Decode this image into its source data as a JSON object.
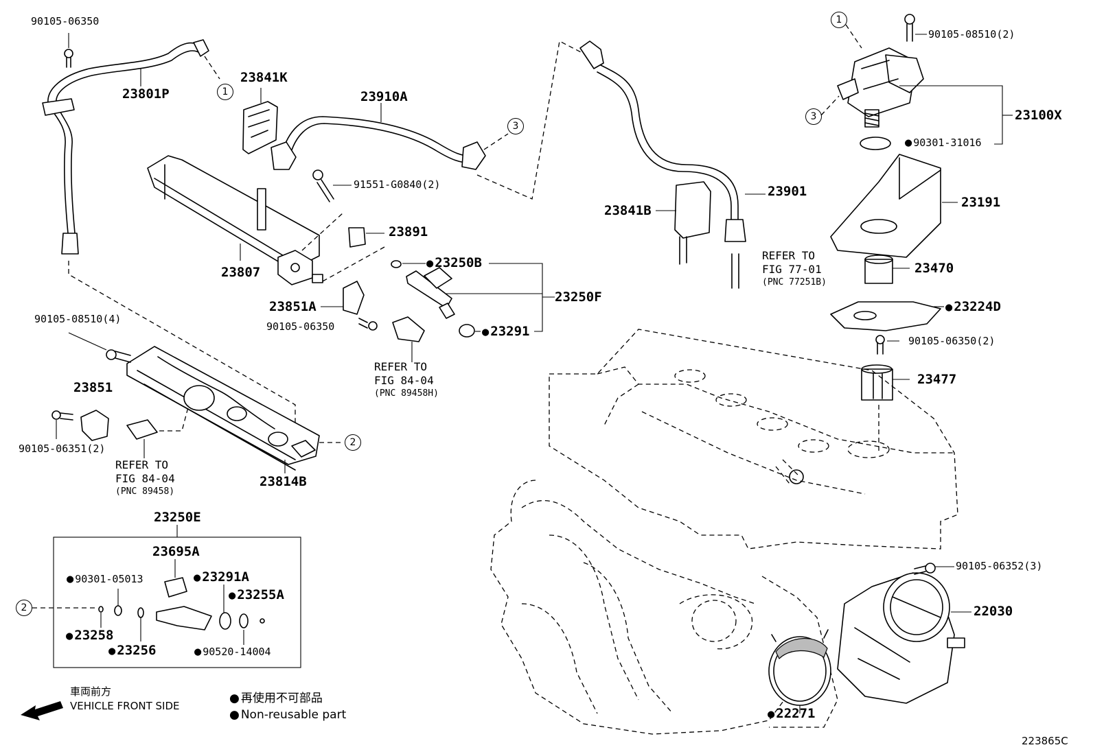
{
  "labels": {
    "p90105_06350_a": "90105-06350",
    "p23801P": "23801P",
    "p23841K": "23841K",
    "p23910A": "23910A",
    "p91551": "91551-G0840(2)",
    "p23891": "23891",
    "p23807": "23807",
    "p23250B": "23250B",
    "p23250F": "23250F",
    "p23851A": "23851A",
    "p90105_06350_b": "90105-06350",
    "p23291": "23291",
    "p23841B": "23841B",
    "p23901": "23901",
    "p90105_08510_2": "90105-08510(2)",
    "p23100X": "23100X",
    "p90301_31016": "90301-31016",
    "p23191": "23191",
    "p23470": "23470",
    "p23224D": "23224D",
    "p90105_06350_2": "90105-06350(2)",
    "p23477": "23477",
    "p90105_08510_4": "90105-08510(4)",
    "p23851": "23851",
    "p90105_06351_2": "90105-06351(2)",
    "p23814B": "23814B",
    "p23250E": "23250E",
    "p23695A": "23695A",
    "p90301_05013": "90301-05013",
    "p23291A": "23291A",
    "p23255A": "23255A",
    "p23258": "23258",
    "p23256": "23256",
    "p90520_14004": "90520-14004",
    "p90105_06352_3": "90105-06352(3)",
    "p22030": "22030",
    "p22271": "22271"
  },
  "refs": {
    "ref_77": {
      "line1": "REFER TO",
      "line2": "FIG 77-01",
      "line3": "(PNC 77251B)"
    },
    "ref_84_h": {
      "line1": "REFER TO",
      "line2": "FIG 84-04",
      "line3": "(PNC 89458H)"
    },
    "ref_84": {
      "line1": "REFER TO",
      "line2": "FIG 84-04",
      "line3": "(PNC 89458)"
    }
  },
  "callouts": {
    "c1": "1",
    "c2": "2",
    "c3": "3"
  },
  "legend": {
    "front_jp": "車両前方",
    "front_en": "VEHICLE FRONT SIDE",
    "nonreuse_jp": "再使用不可部品",
    "nonreuse_en": "Non-reusable part"
  },
  "figure_id": "223865C"
}
